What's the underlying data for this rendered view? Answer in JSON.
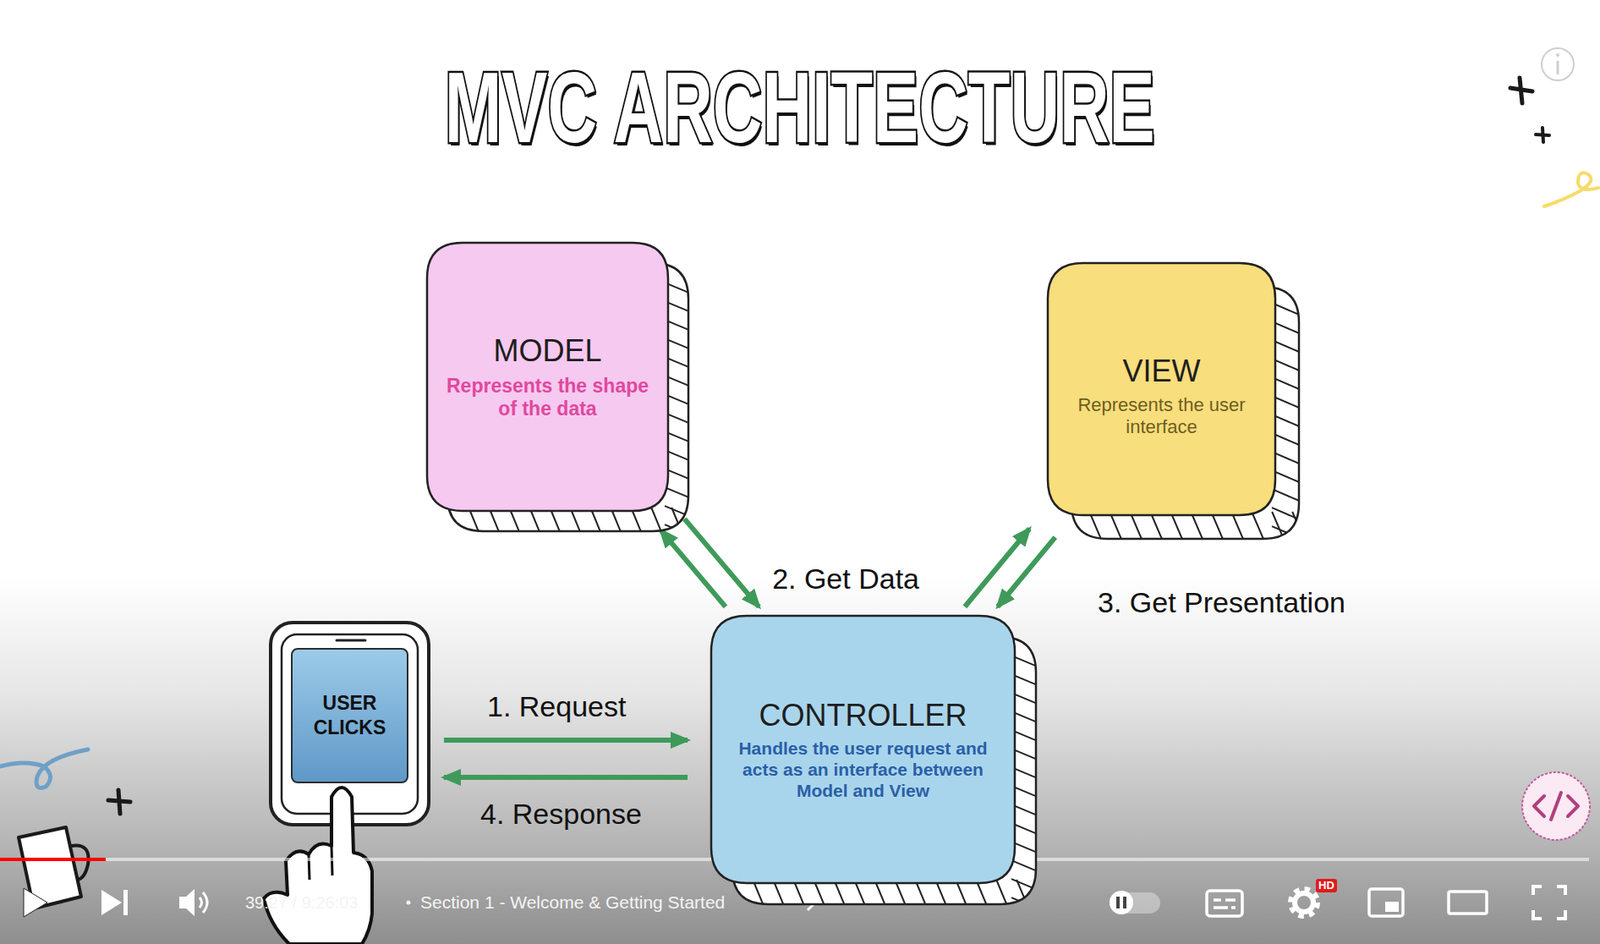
{
  "diagram": {
    "title": "MVC ARCHITECTURE",
    "nodes": [
      {
        "text": [
          "MODEL",
          "Represents the shape of the data"
        ]
      },
      {
        "text": [
          "VIEW",
          "Represents the user interface"
        ]
      },
      {
        "text": [
          "USER CLICKS"
        ]
      },
      {
        "text": [
          "CONTROLLER",
          "Handles the user request and acts as an interface between Model and View"
        ]
      }
    ],
    "edges": [
      {
        "from": 2,
        "to": 3,
        "arrow": "to",
        "label": "1. Request"
      },
      {
        "from": 3,
        "to": 0,
        "arrow": "to",
        "label": "2. Get Data"
      },
      {
        "from": 0,
        "to": 3,
        "arrow": "to"
      },
      {
        "from": 3,
        "to": 1,
        "arrow": "to",
        "label": "3. Get Presentation"
      },
      {
        "from": 1,
        "to": 3,
        "arrow": "to"
      },
      {
        "from": 3,
        "to": 2,
        "arrow": "to",
        "label": "4. Response"
      }
    ],
    "labels": [
      "39:27 / 9:26:03",
      "Section 1 - Welcome & Getting Started",
      "HD"
    ]
  }
}
